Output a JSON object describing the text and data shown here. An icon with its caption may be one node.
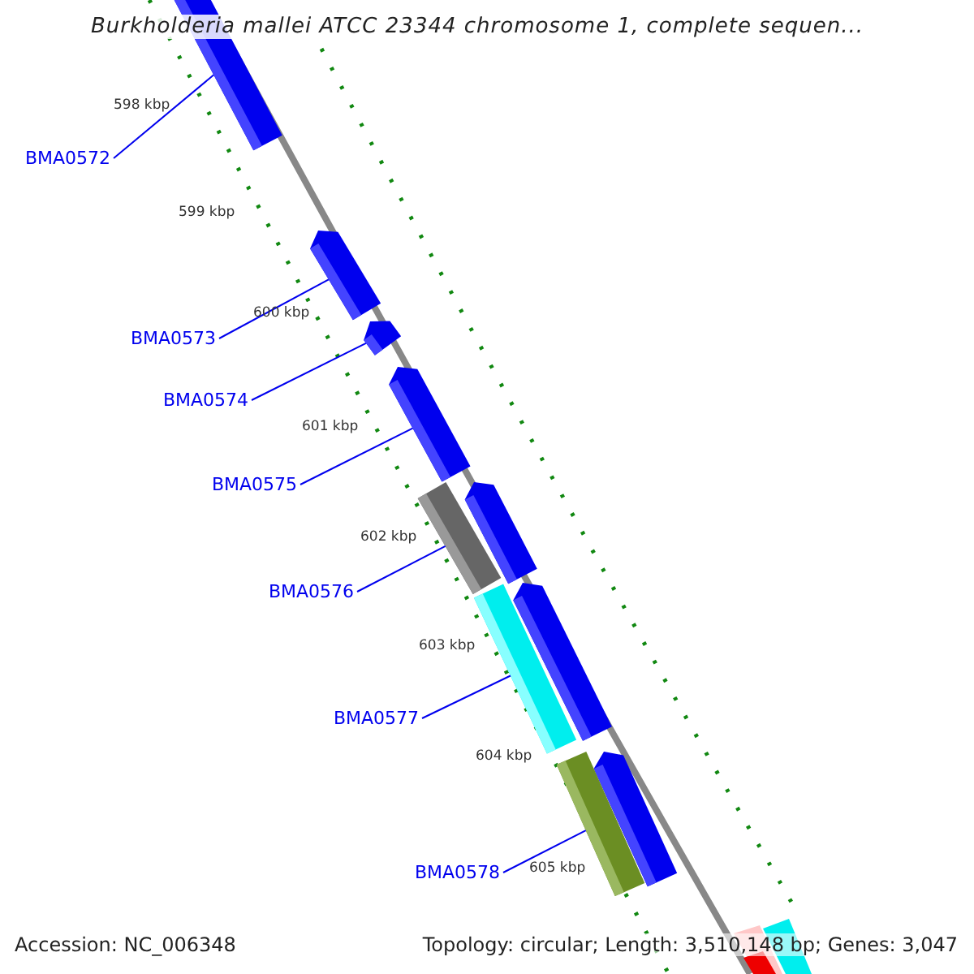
{
  "diagram": {
    "title": "Burkholderia mallei ATCC 23344 chromosome 1, complete sequen...",
    "nodes": [
      {
        "text": [
          "BMA0572"
        ]
      },
      {
        "text": [
          "BMA0573"
        ]
      },
      {
        "text": [
          "BMA0574"
        ]
      },
      {
        "text": [
          "BMA0575"
        ]
      },
      {
        "text": [
          "BMA0576"
        ]
      },
      {
        "text": [
          "BMA0577"
        ]
      },
      {
        "text": [
          "BMA0578"
        ]
      },
      {
        "text": [],
        "shape": "bar"
      },
      {
        "text": [],
        "shape": "bar"
      },
      {
        "text": [],
        "shape": "bar"
      },
      {
        "text": [],
        "shape": "bar"
      },
      {
        "text": [],
        "shape": "bar"
      },
      {
        "text": [],
        "shape": "bar"
      },
      {
        "text": [],
        "shape": "bar"
      }
    ],
    "edges": [
      {
        "from": 0,
        "to": 7,
        "arrow": "none"
      },
      {
        "from": 1,
        "to": 8,
        "arrow": "none"
      },
      {
        "from": 2,
        "to": 9,
        "arrow": "none"
      },
      {
        "from": 3,
        "to": 10,
        "arrow": "none"
      },
      {
        "from": 4,
        "to": 11,
        "arrow": "none"
      },
      {
        "from": 5,
        "to": 12,
        "arrow": "none"
      },
      {
        "from": 6,
        "to": 13,
        "arrow": "none"
      }
    ],
    "labels": [
      "598 kbp",
      "599 kbp",
      "600 kbp",
      "601 kbp",
      "602 kbp",
      "603 kbp",
      "604 kbp",
      "605 kbp",
      "Accession: NC_006348",
      "Topology: circular; Length: 3,510,148 bp; Genes: 3,047"
    ]
  }
}
